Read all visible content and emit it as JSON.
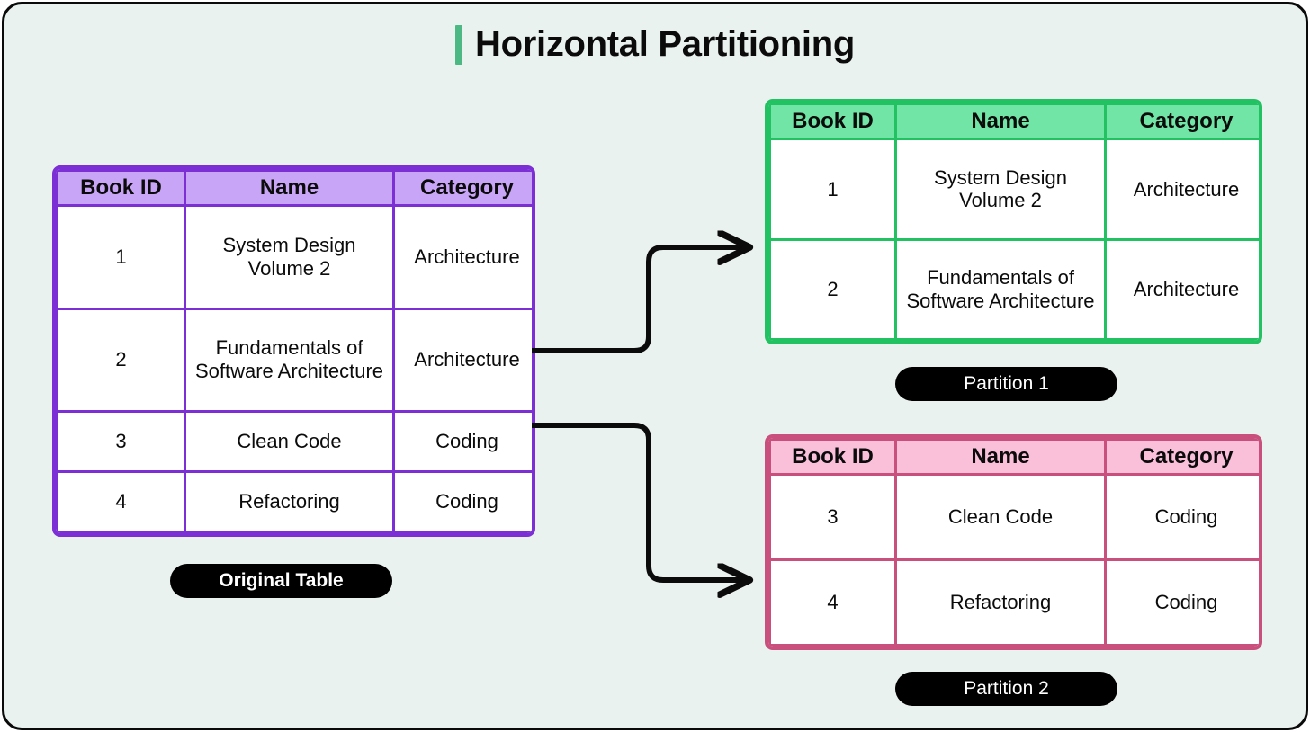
{
  "page": {
    "title": "Horizontal Partitioning",
    "background_color": "#e9f2ee",
    "accent_color": "#4cb883",
    "frame_border_color": "#0a0a0a"
  },
  "tables": {
    "original": {
      "caption": "Original Table",
      "header_fill": "#c8a5f7",
      "border_color": "#7b2fd4",
      "columns": [
        "Book ID",
        "Name",
        "Category"
      ],
      "rows": [
        [
          "1",
          "System Design Volume 2",
          "Architecture"
        ],
        [
          "2",
          "Fundamentals of Software Architecture",
          "Architecture"
        ],
        [
          "3",
          "Clean Code",
          "Coding"
        ],
        [
          "4",
          "Refactoring",
          "Coding"
        ]
      ]
    },
    "partition1": {
      "caption": "Partition 1",
      "header_fill": "#71e5a6",
      "border_color": "#22c162",
      "columns": [
        "Book ID",
        "Name",
        "Category"
      ],
      "rows": [
        [
          "1",
          "System Design Volume 2",
          "Architecture"
        ],
        [
          "2",
          "Fundamentals of Software Architecture",
          "Architecture"
        ]
      ]
    },
    "partition2": {
      "caption": "Partition 2",
      "header_fill": "#fac0da",
      "border_color": "#c9507c",
      "columns": [
        "Book ID",
        "Name",
        "Category"
      ],
      "rows": [
        [
          "3",
          "Clean Code",
          "Coding"
        ],
        [
          "4",
          "Refactoring",
          "Coding"
        ]
      ]
    }
  },
  "connectors": [
    {
      "name": "arrow-original-to-partition1",
      "from": "original-table",
      "to": "partition-1",
      "color": "#0b0b0b"
    },
    {
      "name": "arrow-original-to-partition2",
      "from": "original-table",
      "to": "partition-2",
      "color": "#0b0b0b"
    }
  ]
}
